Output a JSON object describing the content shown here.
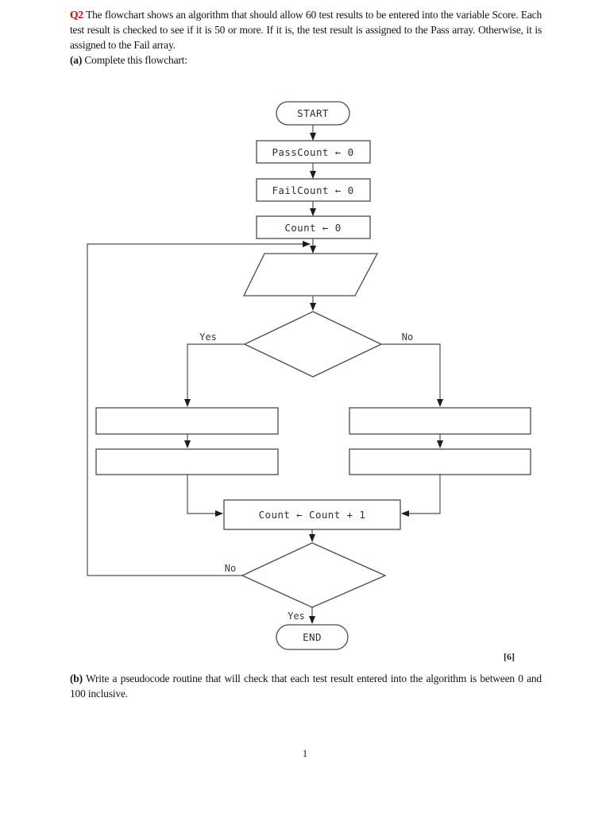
{
  "question": {
    "number": "Q2",
    "intro": "The flowchart shows an algorithm that should allow 60 test results to be entered into the variable Score. Each test result is checked to see if it is 50 or more. If it is, the test result is assigned to the Pass array. Otherwise, it is assigned to the Fail array.",
    "part_a_label": "(a)",
    "part_a_text": "Complete this flowchart:",
    "marks": "[6]",
    "part_b_label": "(b)",
    "part_b_text": "Write a pseudocode routine that will check that each test result entered into the algorithm is between 0 and 100 inclusive."
  },
  "flowchart": {
    "start": "START",
    "init_passcount": "PassCount ← 0",
    "init_failcount": "FailCount ← 0",
    "init_count": "Count ← 0",
    "decision1_yes": "Yes",
    "decision1_no": "No",
    "increment": "Count ← Count + 1",
    "decision2_no": "No",
    "decision2_yes": "Yes",
    "end": "END"
  },
  "footer": {
    "page_number": "1"
  },
  "colors": {
    "question_number_red": "#e00000",
    "flowchart_stroke": "#4a4a4a",
    "text": "#141414"
  }
}
